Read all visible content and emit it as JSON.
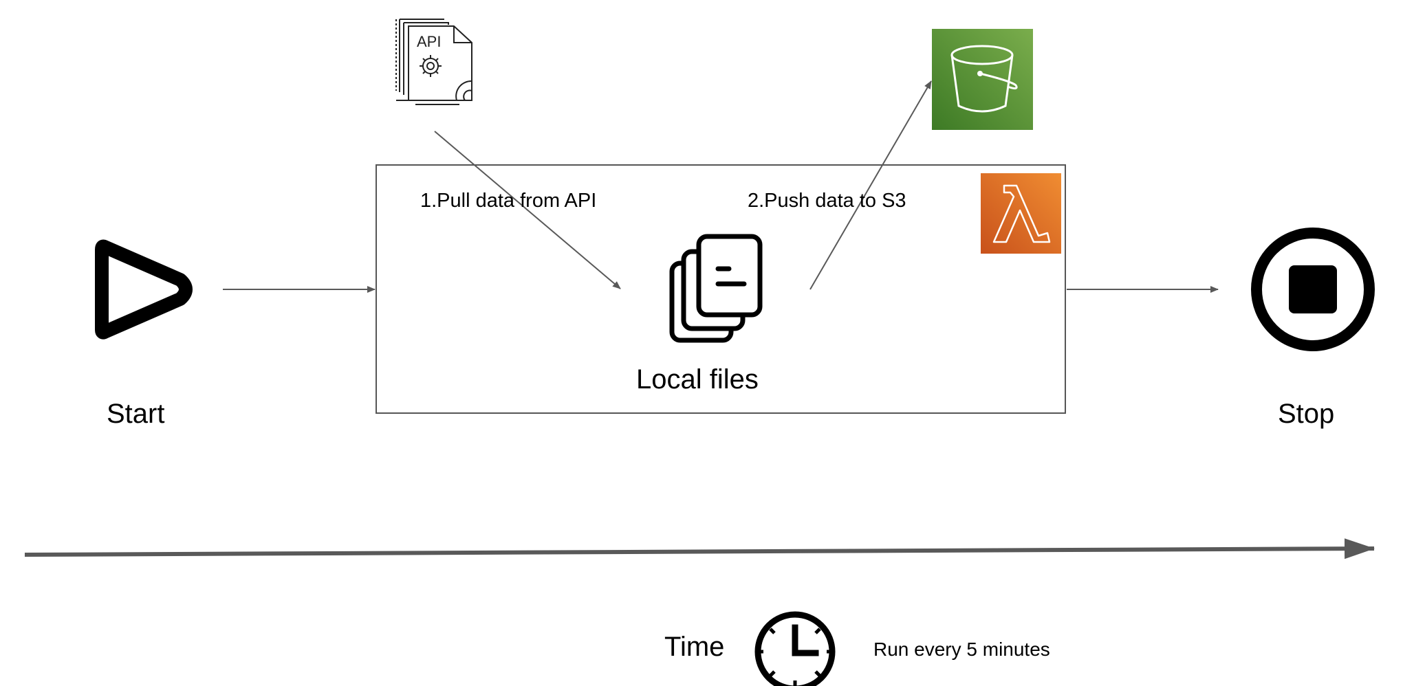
{
  "start": {
    "label": "Start",
    "icon": "play-icon"
  },
  "stop": {
    "label": "Stop",
    "icon": "stop-icon"
  },
  "lambda_box": {
    "icon": "aws-lambda-icon",
    "steps": [
      {
        "label": "1.Pull data from API"
      },
      {
        "label": "2.Push data to S3"
      }
    ],
    "files": {
      "label": "Local files",
      "icon": "local-files-icon"
    }
  },
  "api": {
    "icon": "api-document-icon",
    "text": "API"
  },
  "s3": {
    "icon": "s3-bucket-icon"
  },
  "timeline": {
    "label": "Time",
    "icon": "clock-icon",
    "note": "Run every 5 minutes"
  },
  "colors": {
    "line": "#595959",
    "box_border": "#555555",
    "s3_dark": "#3d7a25",
    "s3_light": "#7aad4c",
    "lambda_dark": "#c8511b",
    "lambda_light": "#f08d32"
  }
}
